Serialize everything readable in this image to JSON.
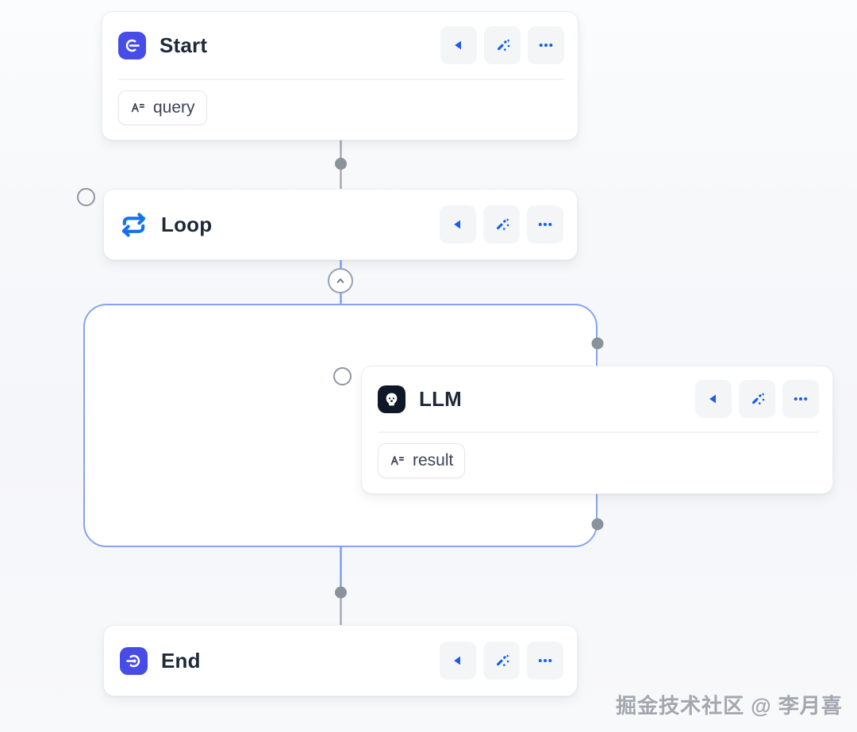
{
  "app": {
    "type": "workflow-canvas",
    "watermark": "掘金技术社区 @ 李月喜"
  },
  "colors": {
    "node_tile_indigo": "#474CE6",
    "node_tile_black": "#101828",
    "loop_icon_blue": "#1570EF",
    "toolbar_icon_blue": "#155EEF",
    "loop_container_border": "#86A4ED",
    "connector_blue": "#6E96EE",
    "connector_gray": "#9AA1AA",
    "connector_dot_gray": "#8B929C",
    "canvas_background": "#F7F8FA"
  },
  "nodes": {
    "start": {
      "title": "Start",
      "icon": "start-enter-icon",
      "output_variable": "query"
    },
    "loop": {
      "title": "Loop",
      "icon": "loop-repeat-icon"
    },
    "llm": {
      "title": "LLM",
      "icon": "llm-robot-face-icon",
      "output_variable": "result"
    },
    "end": {
      "title": "End",
      "icon": "end-exit-icon"
    }
  },
  "node_toolbar": {
    "icons": [
      "play-left-icon",
      "magic-wand-icon",
      "more-menu-icon"
    ]
  },
  "misc_icons": {
    "chip_icon": "variable-text-icon",
    "loop_collapse": "chevron-up-icon",
    "ports": "connection-port-circle"
  }
}
